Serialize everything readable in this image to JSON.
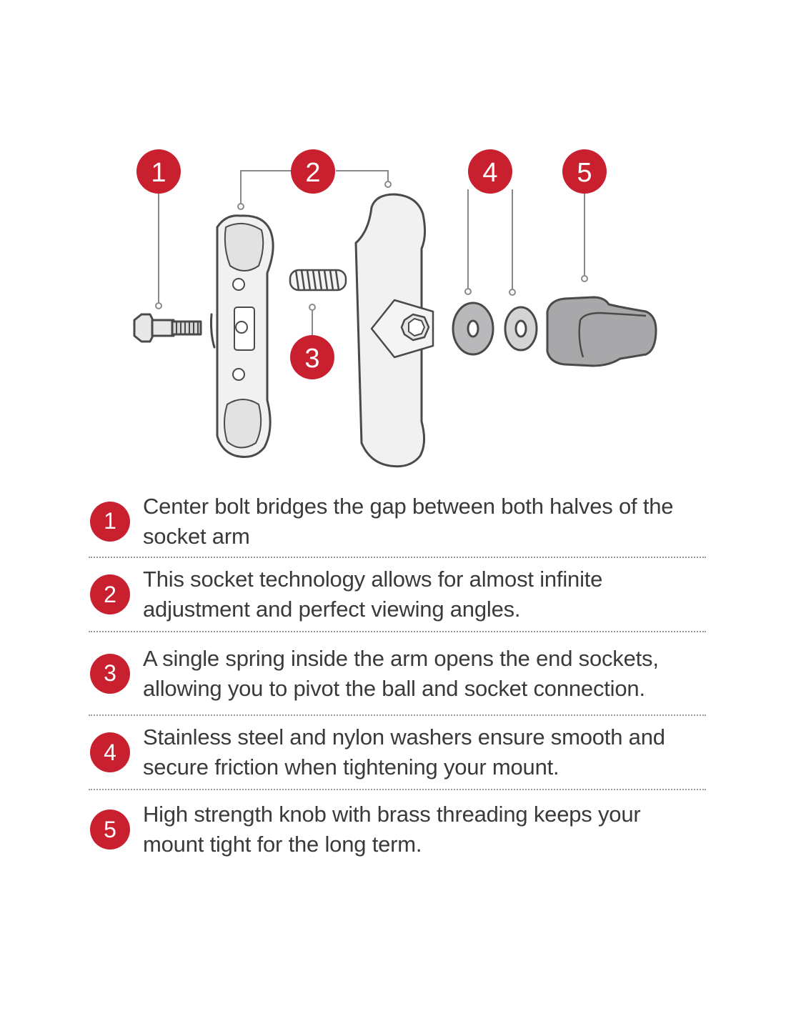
{
  "colors": {
    "accent": "#c8202f",
    "line": "#8a8a8a",
    "part_fill": "#ededed",
    "knob_fill": "#a8a8aa",
    "text": "#3a3a3a"
  },
  "diagram": {
    "callouts": [
      {
        "number": "1",
        "part": "center-bolt"
      },
      {
        "number": "2",
        "part": "socket-arm-halves"
      },
      {
        "number": "3",
        "part": "spring"
      },
      {
        "number": "4",
        "part": "washers"
      },
      {
        "number": "5",
        "part": "knob"
      }
    ]
  },
  "legend": {
    "items": [
      {
        "number": "1",
        "text": "Center bolt bridges the gap between both halves of the socket arm"
      },
      {
        "number": "2",
        "text": "This socket technology allows for almost infinite adjustment and perfect viewing angles."
      },
      {
        "number": "3",
        "text": "A single spring inside the arm opens the end sockets, allowing you to pivot the ball and socket connection."
      },
      {
        "number": "4",
        "text": "Stainless steel and nylon washers ensure smooth and secure friction when tightening your mount."
      },
      {
        "number": "5",
        "text": "High strength knob with brass threading keeps your mount tight for the long term."
      }
    ]
  }
}
